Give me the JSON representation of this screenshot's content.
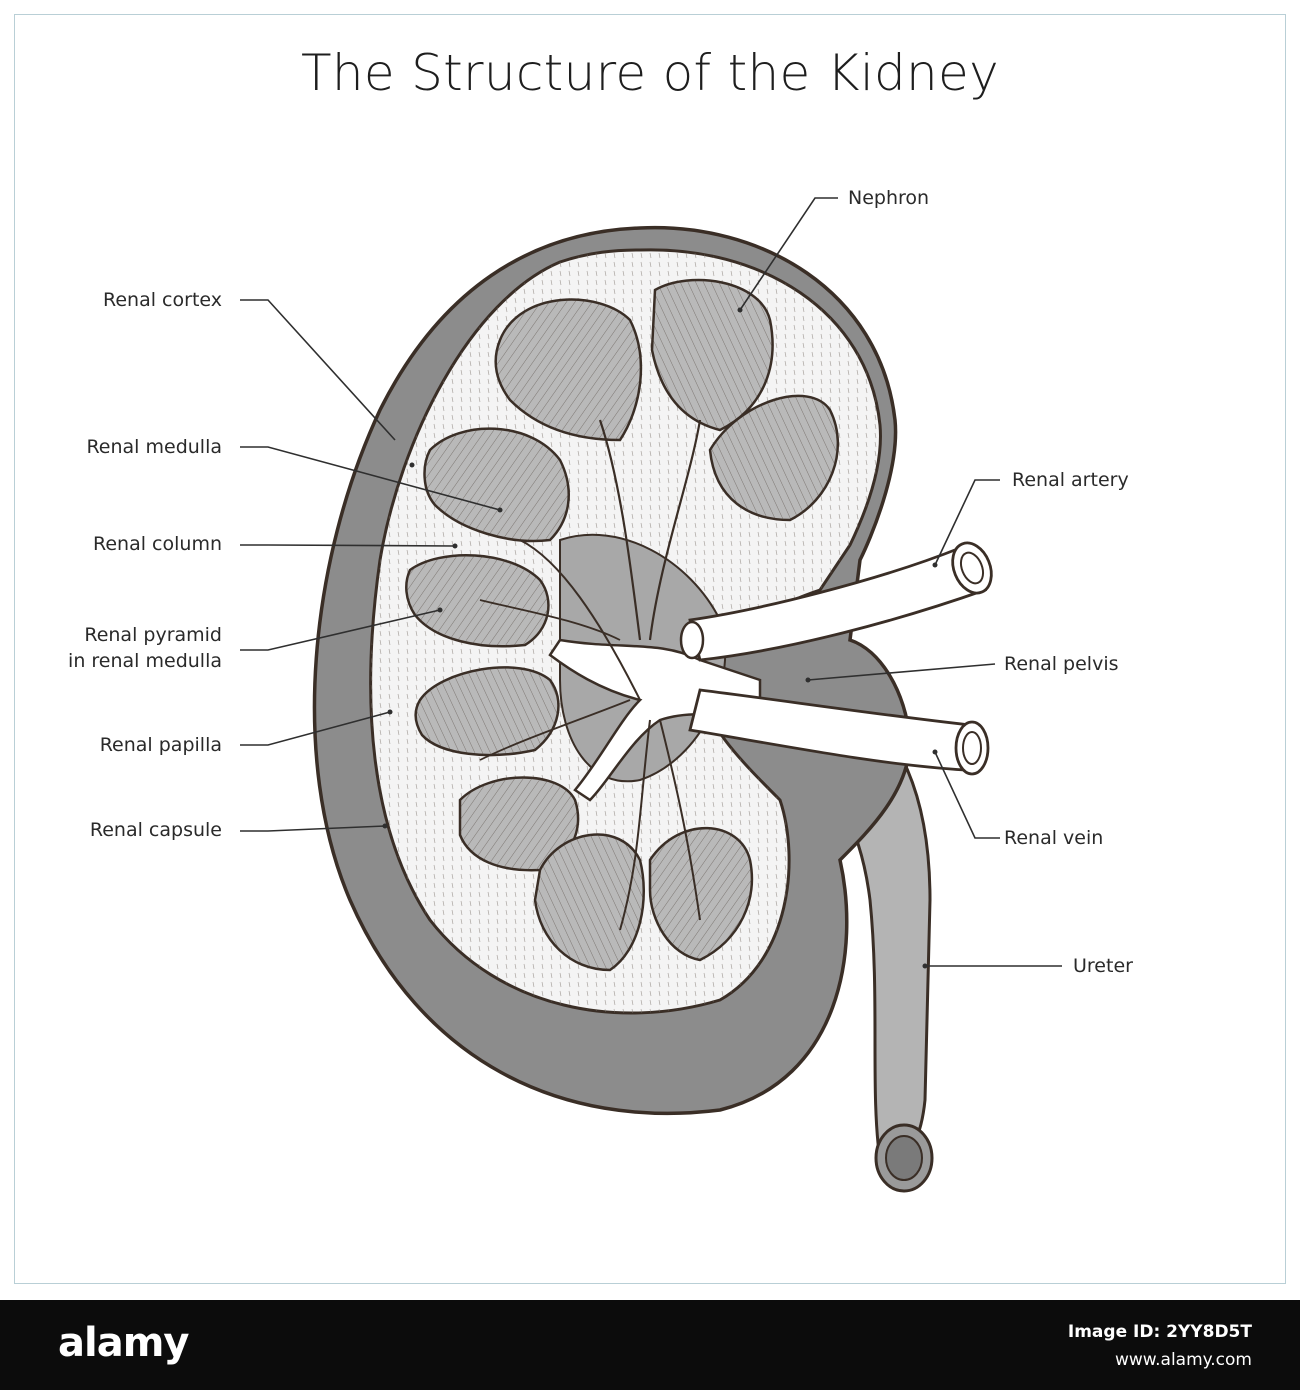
{
  "title": "The Structure of the Kidney",
  "labels": {
    "renal_cortex": "Renal cortex",
    "renal_medulla": "Renal medulla",
    "renal_column": "Renal column",
    "renal_pyramid_line1": "Renal pyramid",
    "renal_pyramid_line2": "in renal medulla",
    "renal_papilla": "Renal papilla",
    "renal_capsule": "Renal capsule",
    "nephron": "Nephron",
    "renal_artery": "Renal artery",
    "renal_pelvis": "Renal pelvis",
    "renal_vein": "Renal vein",
    "ureter": "Ureter"
  },
  "footer": {
    "logo": "alamy",
    "image_id": "Image ID: 2YY8D5T",
    "url": "www.alamy.com"
  },
  "colors": {
    "outline": "#3a2e26",
    "capsule_fill": "#8a8a8a",
    "pyramid_fill": "#b8b8b8",
    "cortex_fill": "#f2f2f2",
    "vessel_fill": "#ffffff",
    "ureter_fill": "#b0b0b0",
    "frame": "#b9cfd6"
  }
}
